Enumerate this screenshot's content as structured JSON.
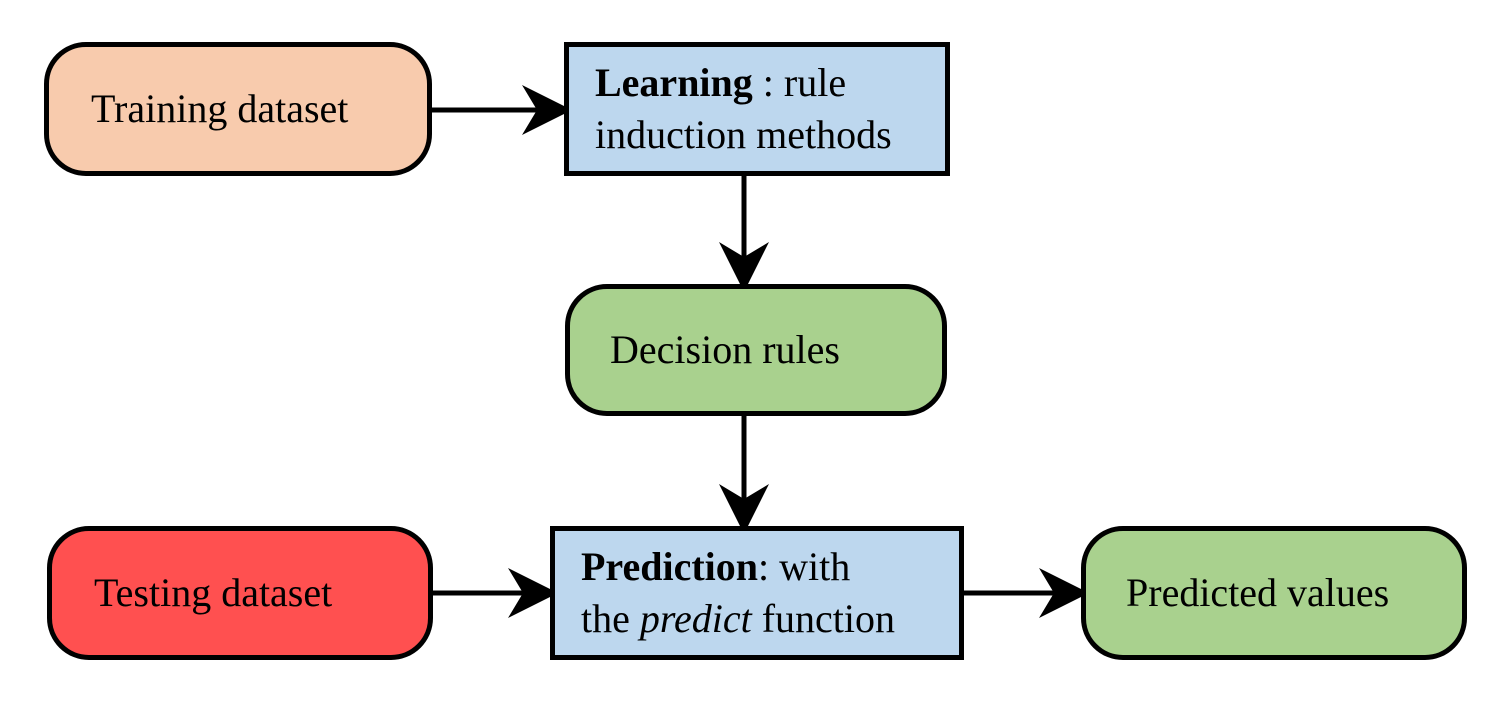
{
  "diagram": {
    "nodes": {
      "training": {
        "label": "Training dataset",
        "fill": "#F8CBAD"
      },
      "learning": {
        "bold": "Learning",
        "rest1": " : rule",
        "line2": "induction methods",
        "fill": "#BDD7EE"
      },
      "rules": {
        "label": "Decision rules",
        "fill": "#A9D18E"
      },
      "testing": {
        "label": "Testing dataset",
        "fill": "#FF5050"
      },
      "prediction": {
        "bold": "Prediction",
        "rest1": ": with",
        "line2_a": "the ",
        "line2_italic": "predict",
        "line2_b": " function",
        "fill": "#BDD7EE"
      },
      "predicted": {
        "label": "Predicted values",
        "fill": "#A9D18E"
      }
    },
    "edges": [
      {
        "from": "training",
        "to": "learning"
      },
      {
        "from": "learning",
        "to": "rules"
      },
      {
        "from": "rules",
        "to": "prediction"
      },
      {
        "from": "testing",
        "to": "prediction"
      },
      {
        "from": "prediction",
        "to": "predicted"
      }
    ],
    "edge_color": "#000000"
  }
}
